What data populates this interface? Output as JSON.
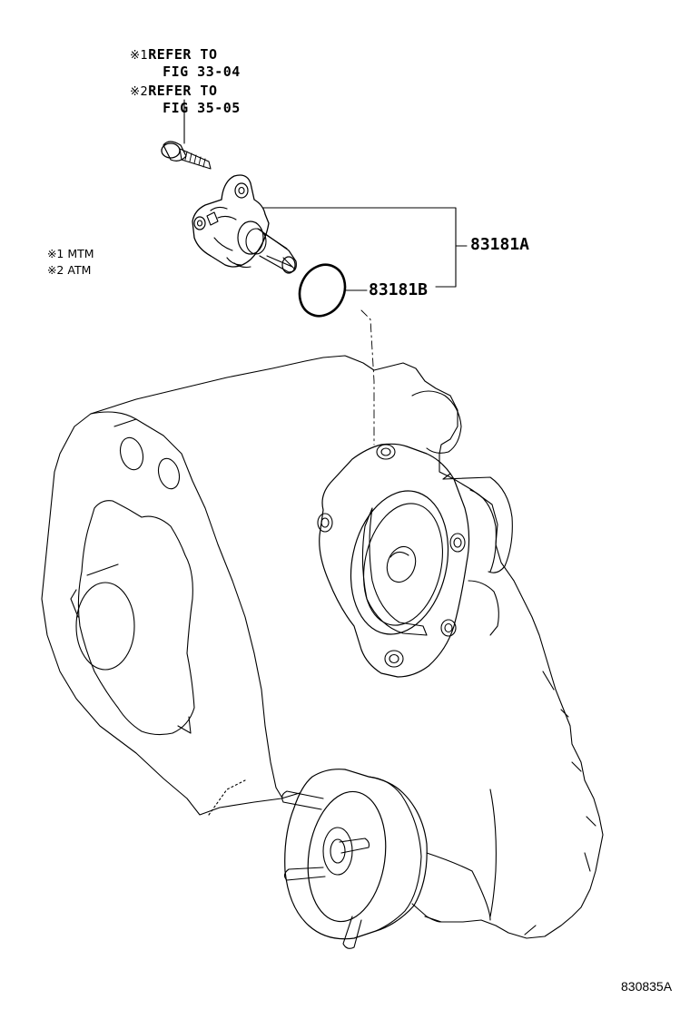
{
  "notes": [
    {
      "mark": "※1",
      "line1": "REFER TO",
      "line2": "FIG 33-04"
    },
    {
      "mark": "※2",
      "line1": "REFER TO",
      "line2": "FIG 35-05"
    }
  ],
  "legend": [
    {
      "mark": "※1",
      "label": "MTM"
    },
    {
      "mark": "※2",
      "label": "ATM"
    }
  ],
  "parts": {
    "sensor_assembly": "83181A",
    "o_ring": "83181B"
  },
  "figure_id": "830835A",
  "colors": {
    "line": "#000000",
    "background": "#ffffff"
  }
}
